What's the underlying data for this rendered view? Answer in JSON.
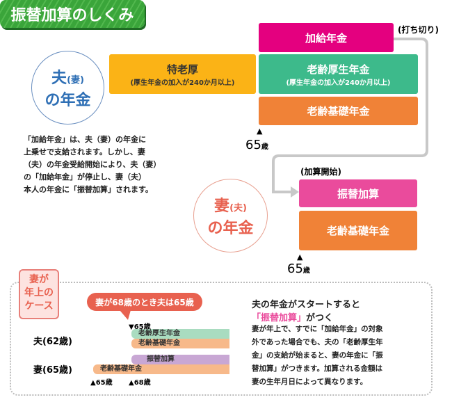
{
  "title": "振替加算のしくみ",
  "husband": {
    "circle_main": "夫",
    "circle_paren": "(妻)",
    "circle_sub": "の年金",
    "kyufu": "加給年金",
    "cutoff": "(打ち切り)",
    "tokurou": "特老厚",
    "tokurou_note": "(厚生年金の加入が240か月以上)",
    "kosei": "老齢厚生年金",
    "kosei_note": "(厚生年金の加入が240か月以上)",
    "kiso": "老齢基礎年金",
    "age_marker": "▲",
    "age": "65",
    "age_unit": "歳"
  },
  "explanation": [
    "「加給年金」は、夫（妻）の年金に",
    "上乗せで支給されます。しかし、妻",
    "（夫）の年金受給開始により、夫（妻）",
    "の「加給年金」が停止し、妻（夫）",
    "本人の年金に「振替加算」されます。"
  ],
  "wife": {
    "circle_main": "妻",
    "circle_paren": "(夫)",
    "circle_sub": "の年金",
    "start": "(加算開始)",
    "furikae": "振替加算",
    "kiso": "老齢基礎年金",
    "age_marker": "▲",
    "age": "65",
    "age_unit": "歳"
  },
  "case": {
    "badge": [
      "妻が",
      "年上の",
      "ケース"
    ],
    "bubble": "妻が68歳のとき夫は65歳",
    "husband_marker": "▼65歳",
    "husband_label": "夫(62歳)",
    "husband_bars": [
      "老齢厚生年金",
      "老齢基礎年金"
    ],
    "wife_label": "妻(65歳)",
    "wife_bars": [
      "振替加算",
      "老齢基礎年金"
    ],
    "wife_markers": [
      "▲65歳",
      "▲68歳"
    ],
    "heading1": "夫の年金がスタートすると",
    "heading2_pink": "「振替加算」",
    "heading2_rest": "がつく",
    "body": [
      "妻が年上で、すでに「加給年金」の対象",
      "外であった場合でも、夫の「老齢厚生年",
      "金」の支給が始まると、妻の年金に「振",
      "替加算」がつきます。加算される金額は",
      "妻の生年月日によって異なります。"
    ]
  },
  "colors": {
    "magenta": "#e4007f",
    "yellow": "#fbb316",
    "green": "#3dba8b",
    "orange": "#f08237",
    "pink": "#ea4b9c",
    "blue": "#2e6fb5",
    "red": "#e8614f"
  }
}
